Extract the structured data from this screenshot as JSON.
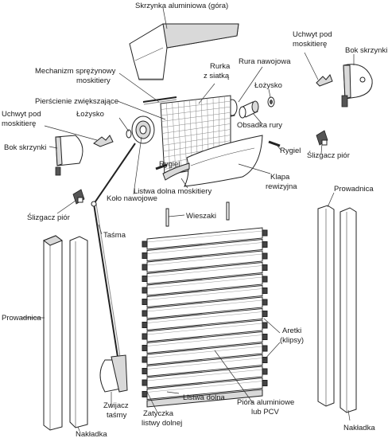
{
  "labels": {
    "skrzynka": "Skrzynka aluminiowa (góra)",
    "mechanizm_1": "Mechanizm sprężynowy",
    "mechanizm_2": "moskitiery",
    "rurka_1": "Rurka",
    "rurka_2": "z siatką",
    "rura_nawojowa": "Rura nawojowa",
    "lozysko_top": "Łożysko",
    "pierscienie": "Pierścienie zwiększające",
    "uchwyt_left_1": "Uchwyt pod",
    "uchwyt_left_2": "moskitierę",
    "lozysko_left": "Łożysko",
    "obsadka_rury": "Obsadka rury",
    "uchwyt_right_1": "Uchwyt pod",
    "uchwyt_right_2": "moskitierę",
    "bok_skrzynki_right": "Bok skrzynki",
    "bok_skrzynki_left": "Bok skrzynki",
    "rygiel_right": "Rygiel",
    "slizgacz_right": "Ślizgacz piór",
    "rygiel_left": "Rygiel",
    "klapa_1": "Klapa",
    "klapa_2": "rewizyjna",
    "listwa_dolna_moskitiery": "Listwa dolna moskitiery",
    "kolo_nawojowe": "Koło nawojowe",
    "prowadnica_right": "Prowadnica",
    "slizgacz_left": "Ślizgacz piór",
    "wieszaki": "Wieszaki",
    "tasma": "Taśma",
    "prowadnica_left": "Prowadnica",
    "aretki_1": "Aretki",
    "aretki_2": "(klipsy)",
    "listwa_dolna": "Listwa dolna",
    "piora_1": "Pióra aluminiowe",
    "piora_2": "lub PCV",
    "zwijacz_1": "Zwijacz",
    "zwijacz_2": "taśmy",
    "zatyczka_1": "Zatyczka",
    "zatyczka_2": "listwy dolnej",
    "naklada_right": "Nakładka",
    "naklada_left": "Nakładka"
  },
  "slat_count": 14
}
